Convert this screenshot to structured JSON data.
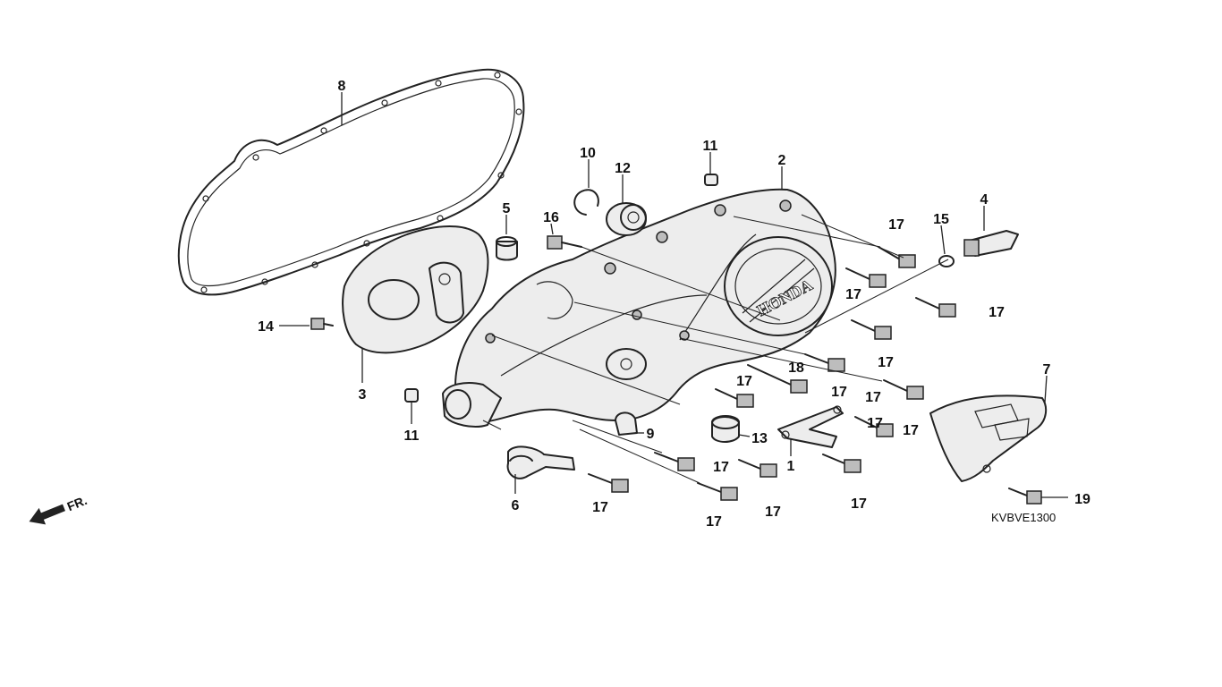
{
  "figure_code": "KVBVE1300",
  "direction_label": "FR.",
  "brand_marking": "HONDA",
  "callouts": [
    {
      "id": "c1",
      "text": "1"
    },
    {
      "id": "c2",
      "text": "2"
    },
    {
      "id": "c3",
      "text": "3"
    },
    {
      "id": "c4",
      "text": "4"
    },
    {
      "id": "c5",
      "text": "5"
    },
    {
      "id": "c6",
      "text": "6"
    },
    {
      "id": "c7",
      "text": "7"
    },
    {
      "id": "c8",
      "text": "8"
    },
    {
      "id": "c9",
      "text": "9"
    },
    {
      "id": "c10",
      "text": "10"
    },
    {
      "id": "c11a",
      "text": "11"
    },
    {
      "id": "c11b",
      "text": "11"
    },
    {
      "id": "c12",
      "text": "12"
    },
    {
      "id": "c13",
      "text": "13"
    },
    {
      "id": "c14",
      "text": "14"
    },
    {
      "id": "c15",
      "text": "15"
    },
    {
      "id": "c16",
      "text": "16"
    },
    {
      "id": "c17a",
      "text": "17"
    },
    {
      "id": "c17b",
      "text": "17"
    },
    {
      "id": "c17c",
      "text": "17"
    },
    {
      "id": "c17d",
      "text": "17"
    },
    {
      "id": "c17e",
      "text": "17"
    },
    {
      "id": "c17f",
      "text": "17"
    },
    {
      "id": "c17g",
      "text": "17"
    },
    {
      "id": "c17h",
      "text": "17"
    },
    {
      "id": "c17i",
      "text": "17"
    },
    {
      "id": "c17j",
      "text": "17"
    },
    {
      "id": "c17k",
      "text": "17"
    },
    {
      "id": "c17l",
      "text": "17"
    },
    {
      "id": "c17m",
      "text": "17"
    },
    {
      "id": "c17n",
      "text": "17"
    },
    {
      "id": "c18",
      "text": "18"
    },
    {
      "id": "c19",
      "text": "19"
    }
  ]
}
